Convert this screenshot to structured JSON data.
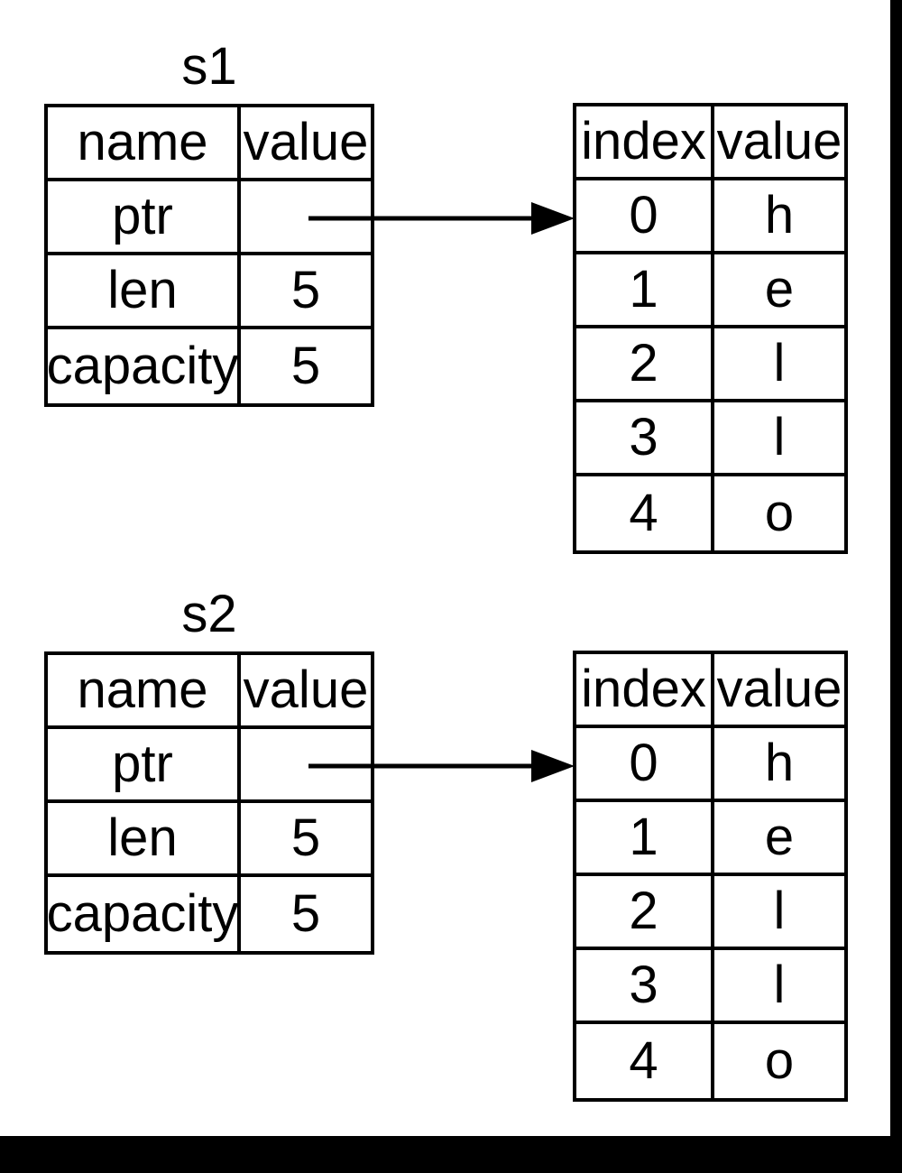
{
  "page": {
    "background": "#ffffff",
    "ink": "#000000"
  },
  "sections": [
    {
      "label": "s1",
      "stack_table": {
        "headers": [
          "name",
          "value"
        ],
        "rows": [
          [
            "ptr",
            ""
          ],
          [
            "len",
            "5"
          ],
          [
            "capacity",
            "5"
          ]
        ]
      },
      "heap_table": {
        "headers": [
          "index",
          "value"
        ],
        "rows": [
          [
            "0",
            "h"
          ],
          [
            "1",
            "e"
          ],
          [
            "2",
            "l"
          ],
          [
            "3",
            "l"
          ],
          [
            "4",
            "o"
          ]
        ]
      }
    },
    {
      "label": "s2",
      "stack_table": {
        "headers": [
          "name",
          "value"
        ],
        "rows": [
          [
            "ptr",
            ""
          ],
          [
            "len",
            "5"
          ],
          [
            "capacity",
            "5"
          ]
        ]
      },
      "heap_table": {
        "headers": [
          "index",
          "value"
        ],
        "rows": [
          [
            "0",
            "h"
          ],
          [
            "1",
            "e"
          ],
          [
            "2",
            "l"
          ],
          [
            "3",
            "l"
          ],
          [
            "4",
            "o"
          ]
        ]
      }
    }
  ]
}
